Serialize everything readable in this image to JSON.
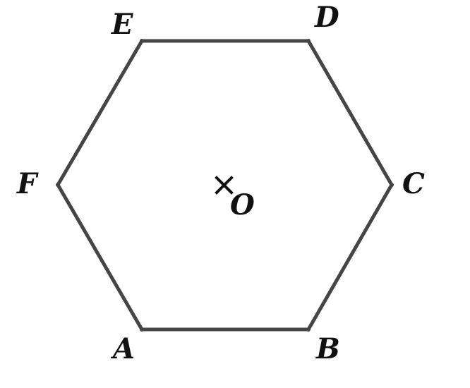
{
  "diagram": {
    "shape": "regular-hexagon",
    "stroke_color": "#454545",
    "label_color": "#111111",
    "vertices": [
      {
        "id": "A",
        "label": "A"
      },
      {
        "id": "B",
        "label": "B"
      },
      {
        "id": "C",
        "label": "C"
      },
      {
        "id": "D",
        "label": "D"
      },
      {
        "id": "E",
        "label": "E"
      },
      {
        "id": "F",
        "label": "F"
      }
    ],
    "edges": [
      [
        "A",
        "B"
      ],
      [
        "B",
        "C"
      ],
      [
        "C",
        "D"
      ],
      [
        "D",
        "E"
      ],
      [
        "E",
        "F"
      ],
      [
        "F",
        "A"
      ]
    ],
    "center": {
      "label": "O",
      "marker": "cross-mark-icon"
    }
  }
}
